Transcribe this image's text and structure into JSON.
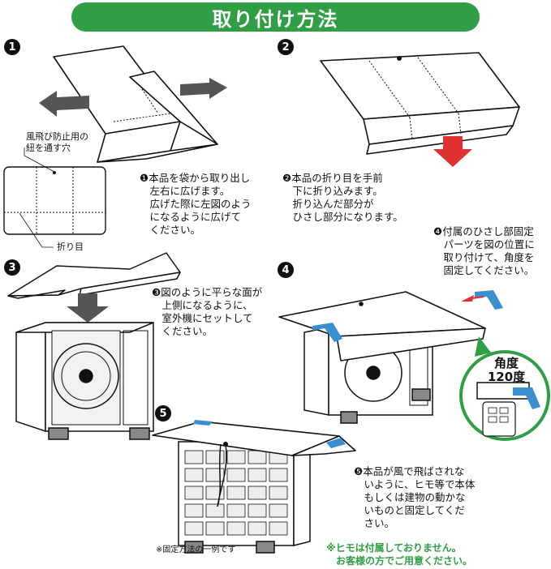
{
  "title": "取り付け方法",
  "steps": [
    {
      "num": "1",
      "text": "❶本品を袋から取り出し\n　左右に広げます。\n　広げた際に左図のよう\n　になるように広げて\n　ください。"
    },
    {
      "num": "2",
      "text": "❷本品の折り目を手前\n　下に折り込みます。\n　折り込んだ部分が\n　ひさし部分になります。"
    },
    {
      "num": "3",
      "text": "❸図のように平らな面が\n　上側になるように、\n　室外機にセットして\n　ください。"
    },
    {
      "num": "4",
      "text": "❹付属のひさし部固定\n　パーツを図の位置に\n　取り付けて、角度を\n　固定してください。"
    },
    {
      "num": "5",
      "text": "❺本品が風で飛ばされな\n　いように、ヒモ等で本体\n　もしくは建物の動かな\n　いものと固定してくだ\n　さい。"
    }
  ],
  "callouts": {
    "wind_hole": "風飛び防止用の\n紐を通す穴",
    "fold_line": "折り目"
  },
  "angle_label": "角度\n120度",
  "example_note": "※固定方法の一例です",
  "string_note": "※ヒモは付属しておりません。\n　お客様の方でご用意ください。",
  "colors": {
    "accent_green": "#2f9e44",
    "arrow_red": "#e03131",
    "part_blue": "#3a8fd0",
    "arrow_gray": "#555555"
  }
}
